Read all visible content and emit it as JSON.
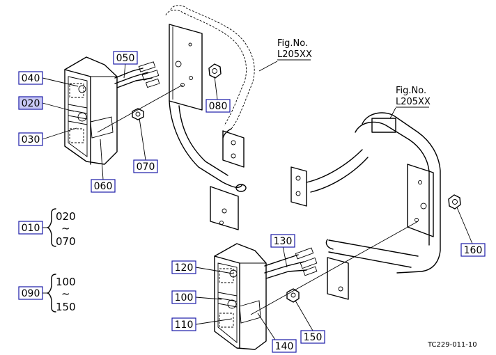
{
  "parts": [
    {
      "id": "part-040",
      "code": "040"
    },
    {
      "id": "part-020",
      "code": "020",
      "selected": true
    },
    {
      "id": "part-030",
      "code": "030"
    },
    {
      "id": "part-050",
      "code": "050"
    },
    {
      "id": "part-060",
      "code": "060"
    },
    {
      "id": "part-070",
      "code": "070"
    },
    {
      "id": "part-080",
      "code": "080"
    },
    {
      "id": "part-010",
      "code": "010"
    },
    {
      "id": "part-090",
      "code": "090"
    },
    {
      "id": "part-120",
      "code": "120"
    },
    {
      "id": "part-100",
      "code": "100"
    },
    {
      "id": "part-110",
      "code": "110"
    },
    {
      "id": "part-130",
      "code": "130"
    },
    {
      "id": "part-140",
      "code": "140"
    },
    {
      "id": "part-150",
      "code": "150"
    },
    {
      "id": "part-160",
      "code": "160"
    }
  ],
  "groups": {
    "group_010": {
      "from": "020",
      "tilde": "~",
      "to": "070"
    },
    "group_090": {
      "from": "100",
      "tilde": "~",
      "to": "150"
    }
  },
  "figure_refs": [
    {
      "line1": "Fig.No.",
      "line2": "L205XX"
    },
    {
      "line1": "Fig.No.",
      "line2": "L205XX"
    }
  ],
  "drawing_id": "TC229-011-10",
  "colors": {
    "callout_border": "#1a1aa8",
    "selected_fill": "#c8c8f4"
  }
}
